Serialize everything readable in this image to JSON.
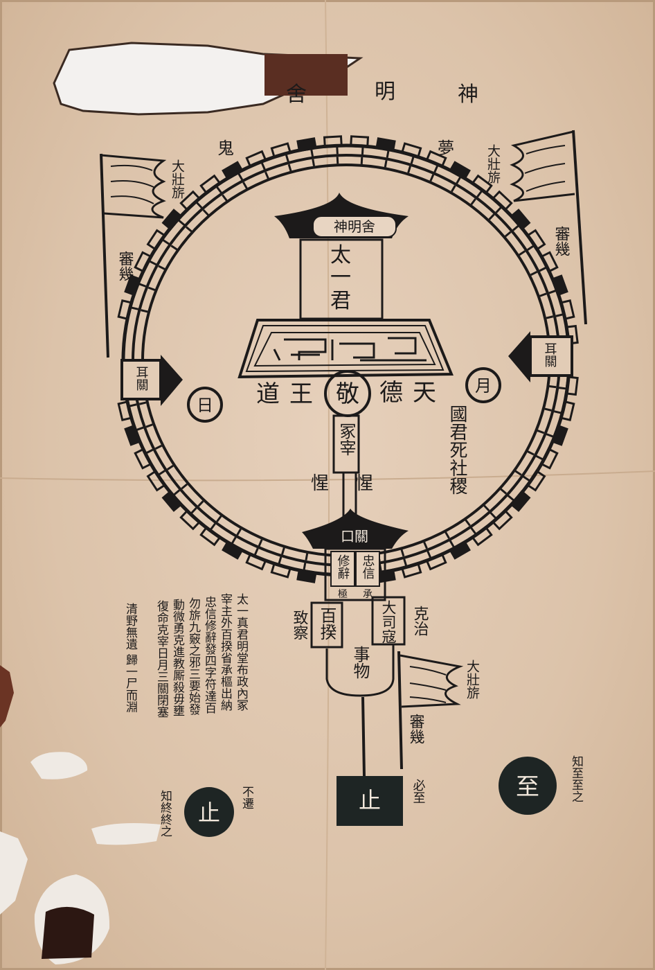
{
  "colors": {
    "paper": "#dcc3aa",
    "ink": "#1c1a1a",
    "tear": "#f3f1ef"
  },
  "top_title": {
    "chars": [
      "神",
      "明",
      "舍"
    ]
  },
  "upper_labels": {
    "left": "鬼",
    "right": "夢"
  },
  "flags": {
    "left": {
      "top": "大壯旂",
      "bottom": "審幾"
    },
    "right": {
      "top": "大壯旂",
      "bottom": "審幾"
    },
    "lower": {
      "top": "大壯旂",
      "bottom": "審幾"
    }
  },
  "pavilion": {
    "plaque": "神明舍",
    "lord": [
      "太",
      "一",
      "君"
    ]
  },
  "row": {
    "left": "道王",
    "center": "敬",
    "right": "德天"
  },
  "sun": "日",
  "moon": "月",
  "gates": {
    "left": "耳關",
    "right": "耳關"
  },
  "inner_column": "冢宰",
  "guards": {
    "left": "惺",
    "right": "惺"
  },
  "state_phrase": "國君死社稷",
  "mouth_gate": {
    "roof_label": "口關",
    "right_box": "忠信",
    "left_box": "修辭",
    "base": [
      "極",
      "承"
    ]
  },
  "officers": {
    "left": "百揆",
    "right": "大司寇",
    "left_note": "致察",
    "right_note": "克治"
  },
  "affairs": "事物",
  "text_block": [
    "太一真君明堂布政內冢",
    "宰主外百揆省承樞出納",
    "忠信修辭發四字符達百",
    "勿旂九竅之邪三要始發",
    "動微勇克進教厮殺毋壅",
    "復命克宰日月三關閉塞",
    "清野無遺  歸一尸而淵"
  ],
  "stop_circle": {
    "label": "止",
    "left_note": "知終終之",
    "right_note": "不遷"
  },
  "stop_square": {
    "label": "止",
    "note": "必至"
  },
  "reach_circle": {
    "label": "至",
    "note": "知至至之"
  }
}
